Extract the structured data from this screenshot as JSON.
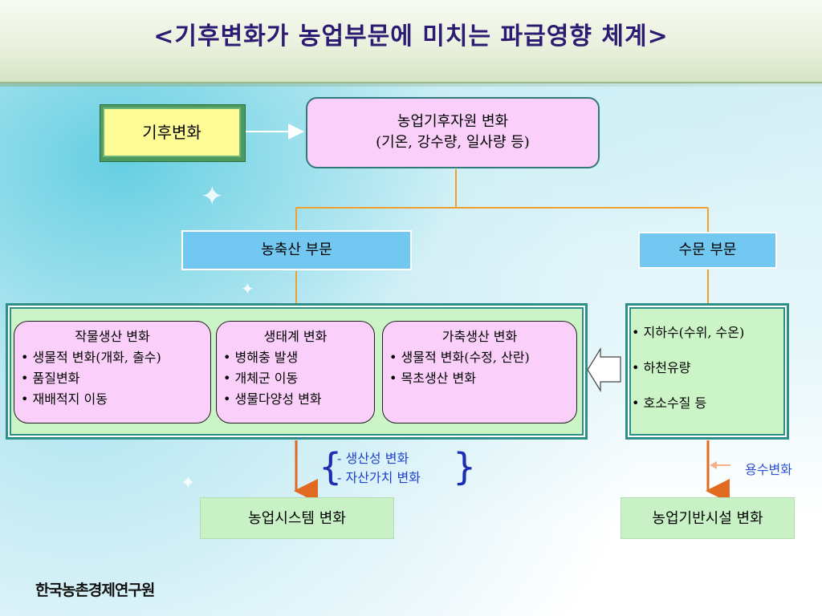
{
  "title": "<기후변화가 농업부문에 미치는 파급영향 체계>",
  "climate_change": "기후변화",
  "agri_climate_resource": {
    "line1": "농업기후자원 변화",
    "line2": "(기온, 강수량, 일사량 등)"
  },
  "sectors": {
    "agri": "농축산 부문",
    "water": "수문 부문"
  },
  "cards": {
    "crop": {
      "title": "작물생산 변화",
      "items": [
        "• 생물적 변화(개화, 출수)",
        "• 품질변화",
        "• 재배적지 이동"
      ]
    },
    "ecosystem": {
      "title": "생태계 변화",
      "items": [
        "• 병해충 발생",
        "• 개체군 이동",
        "• 생물다양성 변화"
      ]
    },
    "livestock": {
      "title": "가축생산 변화",
      "items": [
        "• 생물적 변화(수정, 산란)",
        "• 목초생산 변화"
      ]
    }
  },
  "water_items": [
    "• 지하수(수위, 수온)",
    "• 하천유량",
    "• 호소수질 등"
  ],
  "effects": [
    "- 생산성 변화",
    "- 자산가치 변화"
  ],
  "water_use_change": "용수변화",
  "results": {
    "agri_system": "농업시스템 변화",
    "agri_infra": "농업기반시설 변화"
  },
  "institute": "한국농촌경제연구원",
  "colors": {
    "title": "#2c1a73",
    "connector_orange": "#f0a030",
    "arrow_orange": "#e06a20",
    "card_pink": "#fad0fa",
    "frame_green": "#ccf5c7",
    "sector_blue": "#73c8f2",
    "climate_yellow": "#fffb96"
  }
}
